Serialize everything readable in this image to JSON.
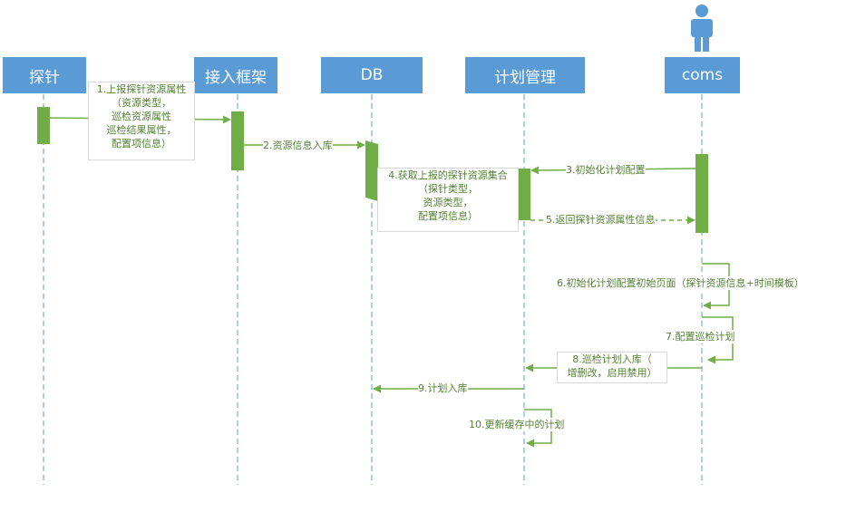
{
  "participants": [
    {
      "id": "probe",
      "label": "探针"
    },
    {
      "id": "access",
      "label": "接入框架"
    },
    {
      "id": "db",
      "label": "DB"
    },
    {
      "id": "plan",
      "label": "计划管理"
    },
    {
      "id": "coms",
      "label": "coms"
    }
  ],
  "messages": [
    {
      "id": "m1",
      "lines": [
        "1.上报探针资源属性",
        "（资源类型，",
        "巡检资源属性",
        "巡检结果属性，",
        "配置项信息）"
      ]
    },
    {
      "id": "m2",
      "lines": [
        "2.资源信息入库"
      ]
    },
    {
      "id": "m3",
      "lines": [
        "3.初始化计划配置"
      ]
    },
    {
      "id": "m4",
      "lines": [
        "4.获取上报的探针资源集合",
        "（探针类型，",
        "资源类型，",
        "配置项信息）"
      ]
    },
    {
      "id": "m5",
      "lines": [
        "5.返回探针资源属性信息"
      ]
    },
    {
      "id": "m6",
      "lines": [
        "6.初始化计划配置初始页面（探针资源信息+时间模板）"
      ]
    },
    {
      "id": "m7",
      "lines": [
        "7.配置巡检计划"
      ]
    },
    {
      "id": "m8",
      "lines": [
        "8.巡检计划入库（",
        "增删改，启用禁用）"
      ]
    },
    {
      "id": "m9",
      "lines": [
        "9.计划入库"
      ]
    },
    {
      "id": "m10",
      "lines": [
        "10.更新缓存中的计划"
      ]
    }
  ],
  "colors": {
    "header": "#5b9bd5",
    "lifeline": "#5b9bd5",
    "activation": "#70ad47",
    "arrow": "#70ad47",
    "text": "#548235"
  }
}
